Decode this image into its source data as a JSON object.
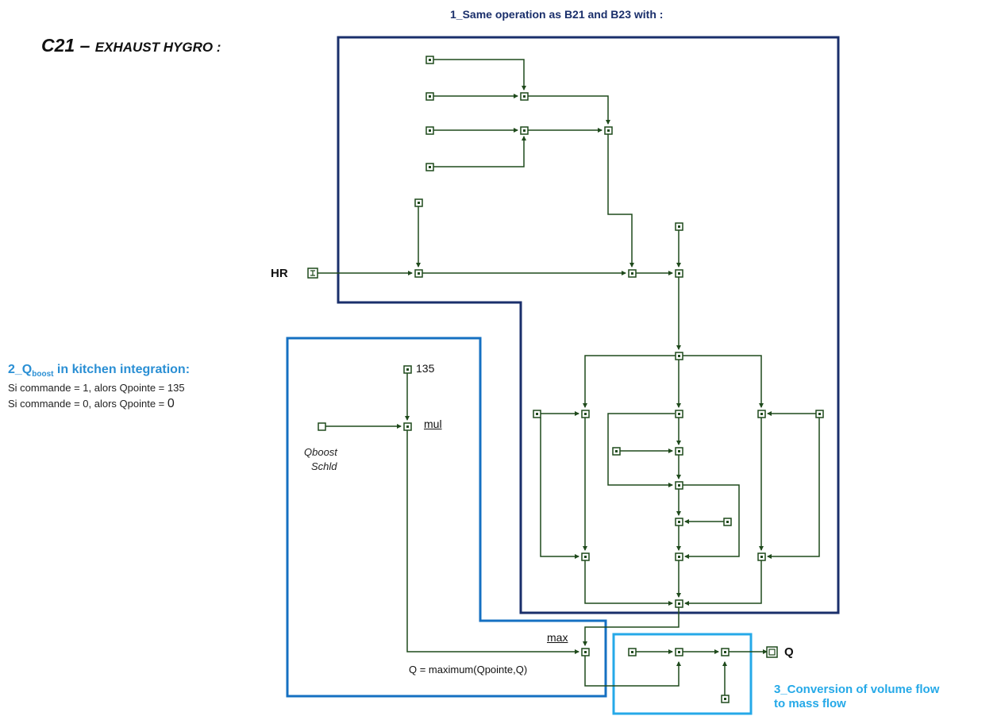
{
  "title": {
    "code": "C21",
    "dash": " – ",
    "name": "Exhaust hygro :"
  },
  "sections": {
    "s1": "1_Same operation as B21 and B23 with :",
    "s2_prefix": "2_Q",
    "s2_sub": "boost",
    "s2_suffix": " in kitchen integration:",
    "s3_line1": "3_Conversion of volume flow",
    "s3_line2": "to mass flow"
  },
  "notes": {
    "line1": "Si commande = 1, alors Qpointe = 135",
    "line2_text": "Si commande = 0, alors Qpointe = ",
    "line2_value": "0"
  },
  "labels": {
    "hr": "HR",
    "q_out": "Q",
    "const_135": "135",
    "mul": "mul",
    "max": "max",
    "qboost_1": "Qboost",
    "qboost_2": "Schld",
    "formula": "Q = maximum(Qpointe,Q)"
  },
  "colors": {
    "wire": "#1f4a1c",
    "frame_section1": "#1a2f6b",
    "frame_section2": "#1570c2",
    "frame_section3": "#25a9e8"
  }
}
